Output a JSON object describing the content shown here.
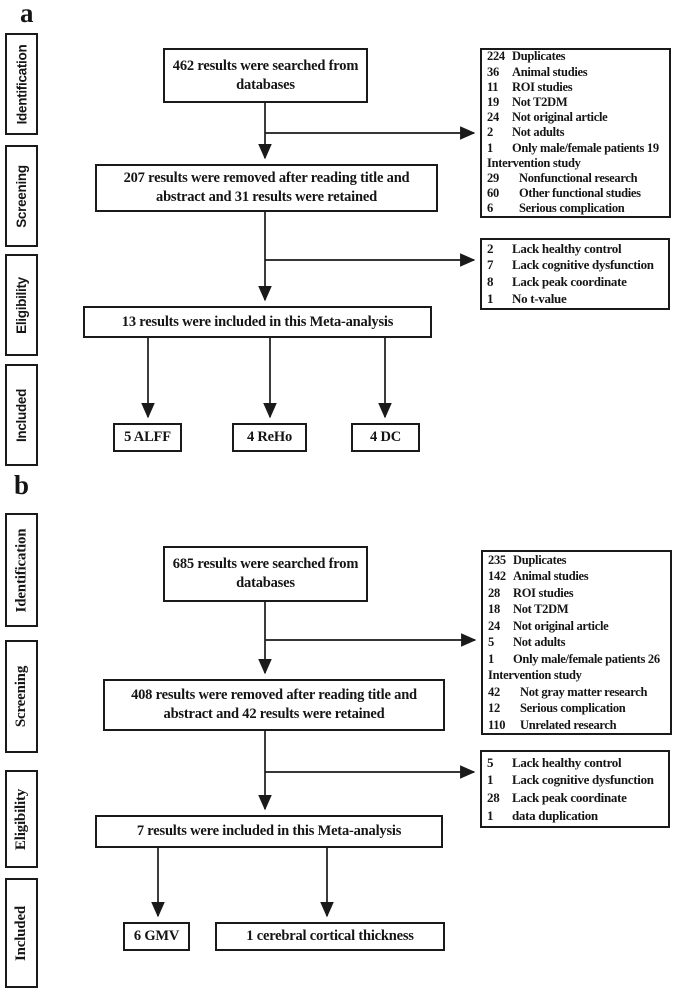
{
  "figure": {
    "type": "prisma-flow-diagram",
    "colors": {
      "line": "#1a1a1a",
      "background": "#ffffff",
      "text": "#151515"
    }
  },
  "panels": [
    {
      "label": "a",
      "stages": [
        "Identification",
        "Screening",
        "Eligibility",
        "Included"
      ],
      "boxes": {
        "searched": "462 results were searched from databases",
        "screened": "207 results were removed after reading title and abstract and 31 results were retained",
        "included": "13 results were included in this Meta-analysis"
      },
      "exclusions_identification": [
        {
          "n": "224",
          "t": "Duplicates"
        },
        {
          "n": "36",
          "t": "Animal studies"
        },
        {
          "n": "11",
          "t": "ROI studies"
        },
        {
          "n": "19",
          "t": "Not T2DM"
        },
        {
          "n": "24",
          "t": "Not original article"
        },
        {
          "n": "2",
          "t": "Not adults"
        },
        {
          "n": "1",
          "t": "Only male/female patients 19"
        },
        {
          "n": "",
          "t": "Intervention study"
        },
        {
          "n": "29",
          "t": "Nonfunctional research",
          "sub": true
        },
        {
          "n": "60",
          "t": "Other functional studies",
          "sub": true
        },
        {
          "n": "6",
          "t": "Serious complication",
          "sub": true
        }
      ],
      "exclusions_eligibility": [
        {
          "n": "2",
          "t": "Lack healthy control"
        },
        {
          "n": "7",
          "t": "Lack cognitive dysfunction"
        },
        {
          "n": "8",
          "t": "Lack peak coordinate"
        },
        {
          "n": "1",
          "t": "No t-value"
        }
      ],
      "outcomes": [
        "5 ALFF",
        "4 ReHo",
        "4 DC"
      ]
    },
    {
      "label": "b",
      "stages": [
        "Identification",
        "Screening",
        "Eligibility",
        "Included"
      ],
      "boxes": {
        "searched": "685 results were searched from databases",
        "screened": "408 results were removed after reading title and abstract and 42 results were retained",
        "included": "7 results were included in this Meta-analysis"
      },
      "exclusions_identification": [
        {
          "n": "235",
          "t": "Duplicates"
        },
        {
          "n": "142",
          "t": "Animal studies"
        },
        {
          "n": "28",
          "t": "ROI studies"
        },
        {
          "n": "18",
          "t": "Not T2DM"
        },
        {
          "n": "24",
          "t": "Not original article"
        },
        {
          "n": "5",
          "t": "Not adults"
        },
        {
          "n": "1",
          "t": "Only male/female patients 26"
        },
        {
          "n": "",
          "t": "Intervention study"
        },
        {
          "n": "42",
          "t": "Not gray matter research",
          "sub": true
        },
        {
          "n": "12",
          "t": "Serious complication",
          "sub": true
        },
        {
          "n": "110",
          "t": "Unrelated research",
          "sub": true
        }
      ],
      "exclusions_eligibility": [
        {
          "n": "5",
          "t": "Lack healthy control"
        },
        {
          "n": "1",
          "t": "Lack cognitive dysfunction"
        },
        {
          "n": "28",
          "t": "Lack peak coordinate"
        },
        {
          "n": "1",
          "t": "data duplication"
        }
      ],
      "outcomes": [
        "6 GMV",
        "1 cerebral cortical thickness"
      ]
    }
  ]
}
